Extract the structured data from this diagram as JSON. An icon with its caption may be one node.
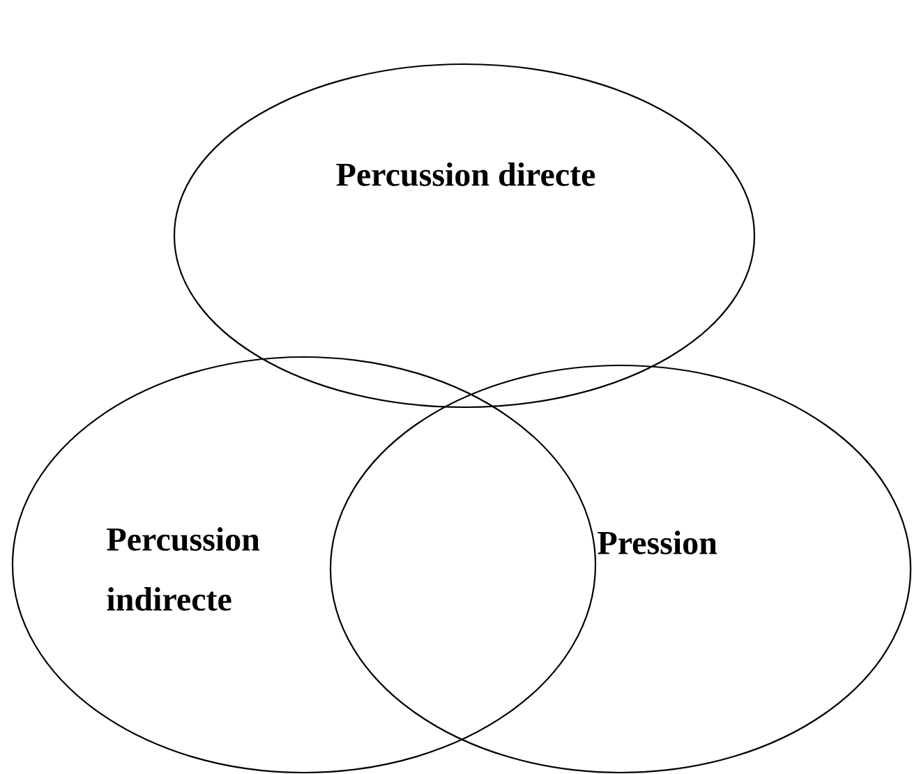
{
  "diagram": {
    "nodes": [
      {
        "text": [
          "Percussion directe"
        ]
      },
      {
        "text": [
          "Percussion indirecte"
        ]
      },
      {
        "text": [
          "Pression"
        ]
      }
    ]
  }
}
